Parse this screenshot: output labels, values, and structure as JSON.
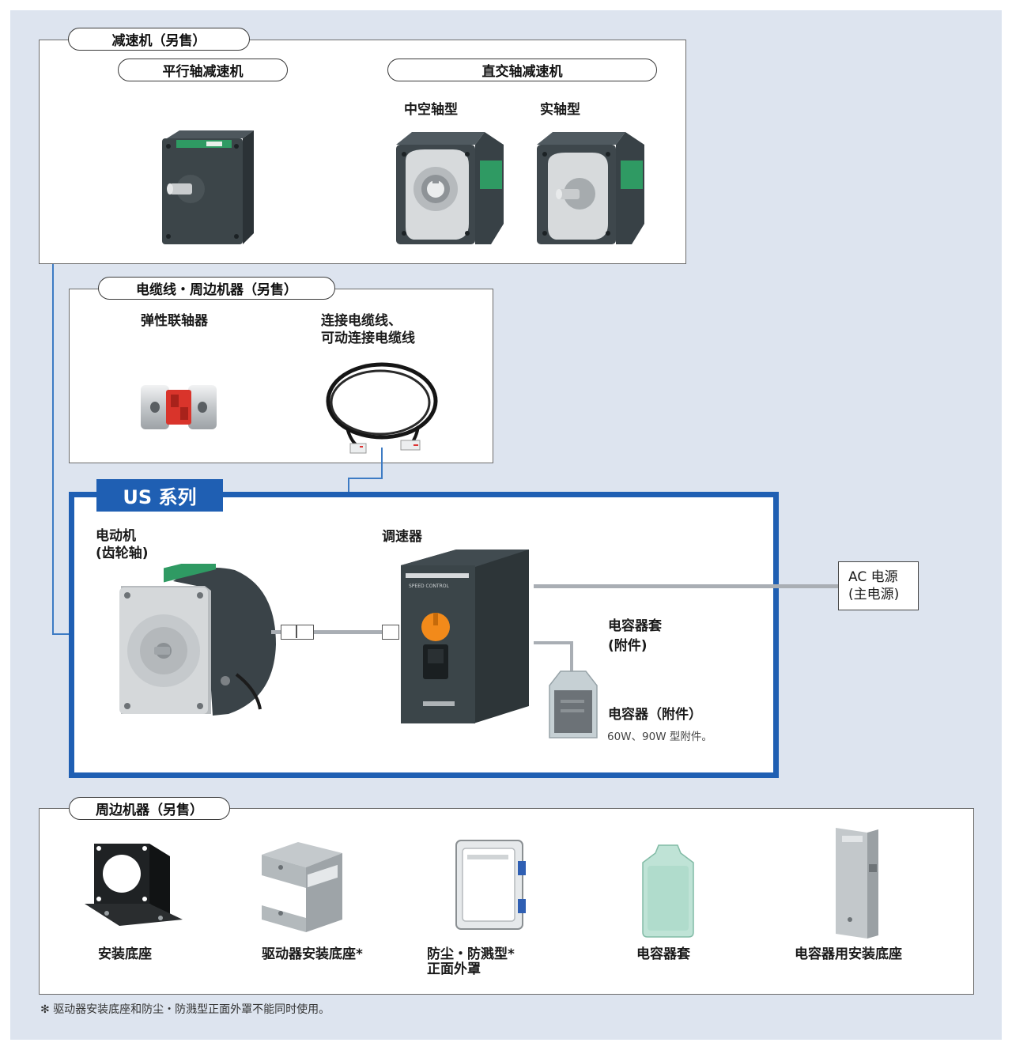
{
  "reducers": {
    "title": "减速机（另售）",
    "parallel_label": "平行轴减速机",
    "right_angle_label": "直交轴减速机",
    "hollow_label": "中空轴型",
    "solid_label": "实轴型"
  },
  "cables": {
    "title": "电缆线・周边机器（另售）",
    "coupling_label": "弹性联轴器",
    "cable_label_line1": "连接电缆线、",
    "cable_label_line2": "可动连接电缆线"
  },
  "series": {
    "title": "US 系列",
    "motor_label_line1": "电动机",
    "motor_label_line2": "(齿轮轴)",
    "controller_label": "调速器",
    "cap_cover_label_line1": "电容器套",
    "cap_cover_label_line2": "(附件)",
    "capacitor_label": "电容器（附件）",
    "capacitor_note": "60W、90W 型附件。",
    "ac_power_line1": "AC 电源",
    "ac_power_line2": "(主电源)"
  },
  "peripherals": {
    "title": "周边机器（另售）",
    "items": [
      {
        "label": "安装底座"
      },
      {
        "label": "驱动器安装底座*"
      },
      {
        "label": "防尘・防溅型*",
        "label2": "正面外罩"
      },
      {
        "label": "电容器套"
      },
      {
        "label": "电容器用安装底座"
      }
    ]
  },
  "footnote": "驱动器安装底座和防尘・防溅型正面外罩不能同时使用。",
  "footnote_mark": "✻",
  "colors": {
    "background": "#dde4ef",
    "series_blue": "#1f5fb3",
    "connector_gray": "#a9aeb4",
    "arrow_blue": "#3d7bc4"
  }
}
